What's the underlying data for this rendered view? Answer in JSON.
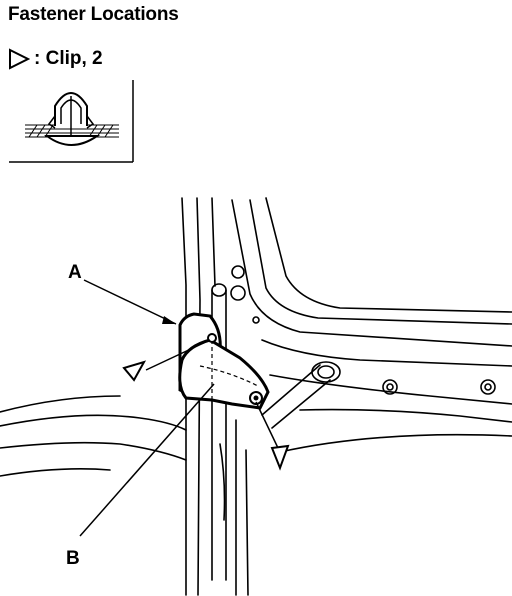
{
  "header": {
    "title": "Fastener Locations"
  },
  "legend": {
    "symbol": "hollow-triangle-icon",
    "label": ": Clip, 2"
  },
  "callouts": {
    "a": "A",
    "b": "B"
  },
  "colors": {
    "ink": "#000000",
    "paper": "#ffffff"
  }
}
